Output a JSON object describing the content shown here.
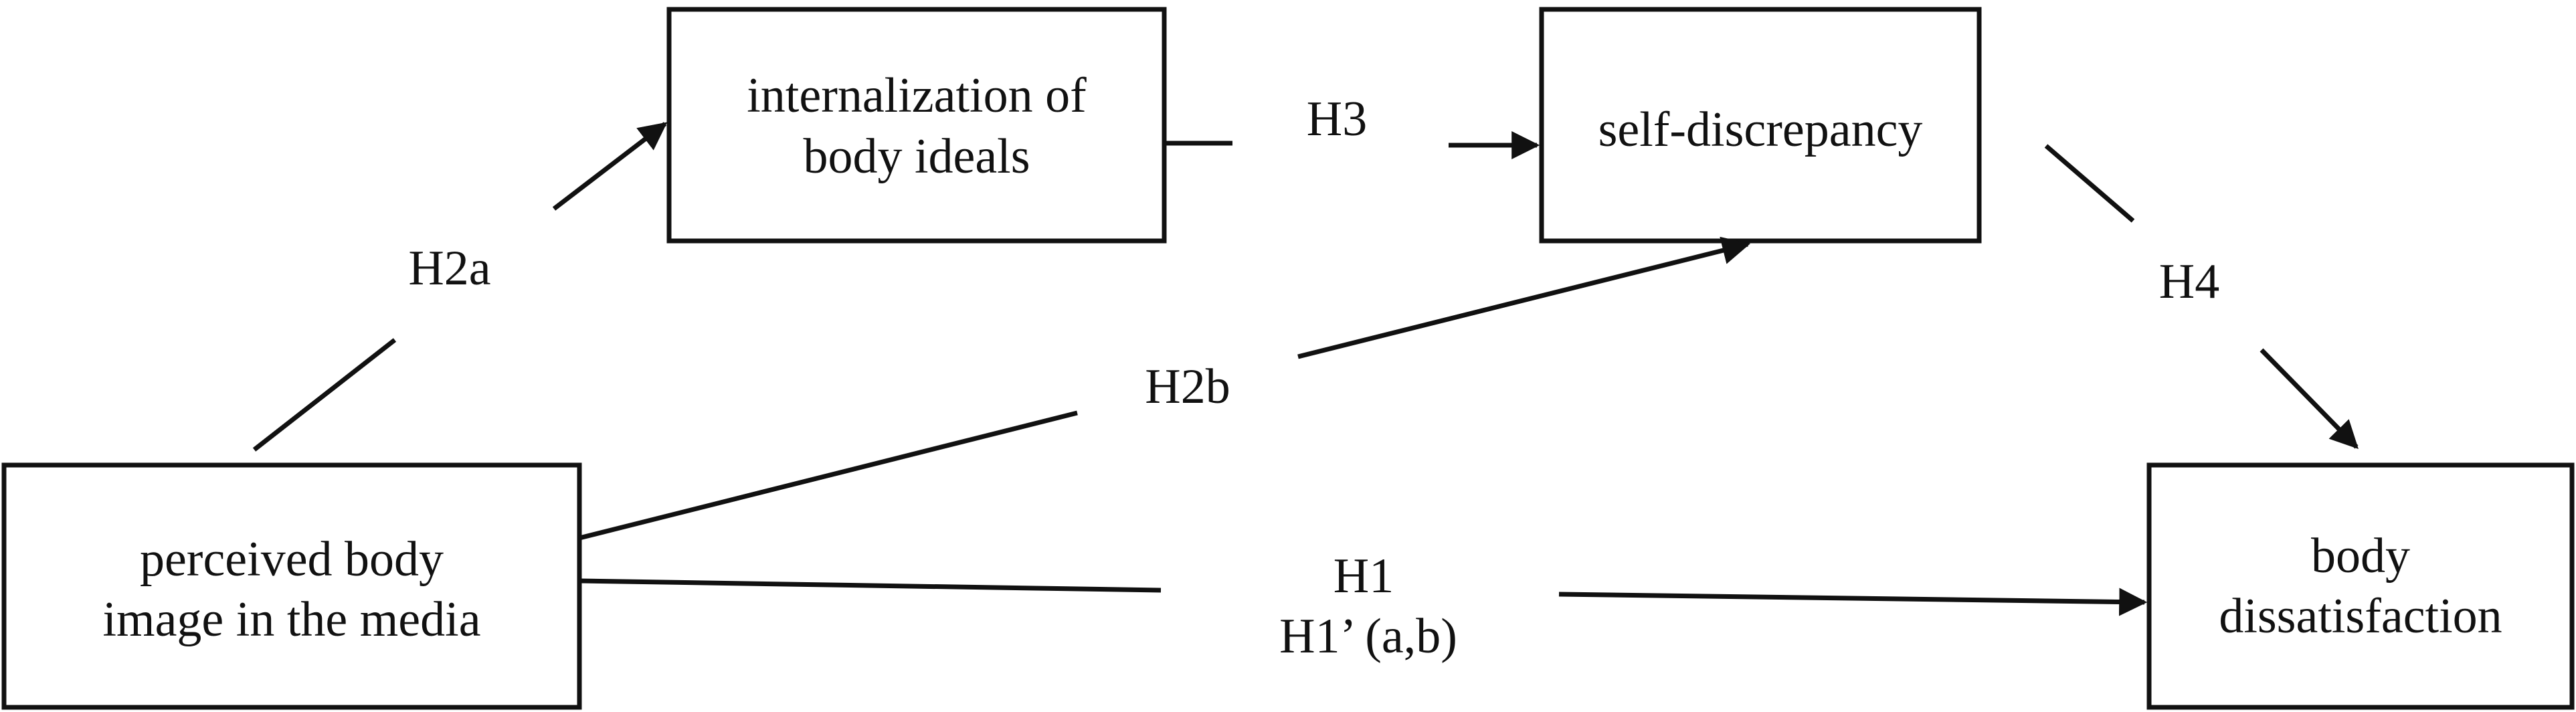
{
  "diagram": {
    "nodes": {
      "media": {
        "line1": "perceived body",
        "line2": "image in the media"
      },
      "internalization": {
        "line1": "internalization of",
        "line2": "body ideals"
      },
      "discrepancy": {
        "line1": "self-discrepancy"
      },
      "dissatisfaction": {
        "line1": "body",
        "line2": "dissatisfaction"
      }
    },
    "edges": {
      "h1": {
        "label1": "H1",
        "label2": "H1’ (a,b)"
      },
      "h2a": {
        "label": "H2a"
      },
      "h2b": {
        "label": "H2b"
      },
      "h3": {
        "label": "H3"
      },
      "h4": {
        "label": "H4"
      }
    },
    "colors": {
      "ink": "#111111",
      "background": "#ffffff"
    }
  }
}
